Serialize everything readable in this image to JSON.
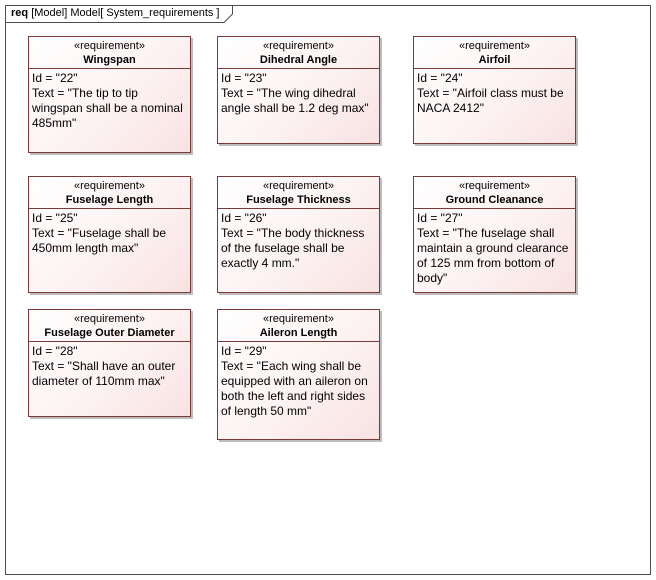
{
  "frame": {
    "kind": "req",
    "label": "[Model] Model[ System_requirements ]"
  },
  "requirements": [
    {
      "stereotype": "«requirement»",
      "name": "Wingspan",
      "id_line": "Id = \"22\"",
      "text_line": "Text = \"The tip to tip wingspan shall be a nominal 485mm\""
    },
    {
      "stereotype": "«requirement»",
      "name": "Dihedral Angle",
      "id_line": "Id = \"23\"",
      "text_line": "Text = \"The wing dihedral angle shall be 1.2 deg max\""
    },
    {
      "stereotype": "«requirement»",
      "name": "Airfoil",
      "id_line": "Id = \"24\"",
      "text_line": "Text = \"Airfoil class must be NACA 2412\""
    },
    {
      "stereotype": "«requirement»",
      "name": "Fuselage Length",
      "id_line": "Id = \"25\"",
      "text_line": "Text = \"Fuselage shall be 450mm length max\""
    },
    {
      "stereotype": "«requirement»",
      "name": "Fuselage Thickness",
      "id_line": "Id = \"26\"",
      "text_line": "Text = \"The body thickness of the fuselage shall be exactly 4 mm.\""
    },
    {
      "stereotype": "«requirement»",
      "name": "Ground Cleanance",
      "id_line": "Id = \"27\"",
      "text_line": "Text = \"The fuselage shall maintain a ground clearance of 125 mm from bottom of body\""
    },
    {
      "stereotype": "«requirement»",
      "name": "Fuselage Outer Diameter",
      "id_line": "Id = \"28\"",
      "text_line": "Text = \"Shall have an outer diameter of 110mm max\""
    },
    {
      "stereotype": "«requirement»",
      "name": "Aileron Length",
      "id_line": "Id = \"29\"",
      "text_line": "Text = \"Each wing shall be equipped with an aileron on both the left and right sides of length 50 mm\""
    }
  ]
}
